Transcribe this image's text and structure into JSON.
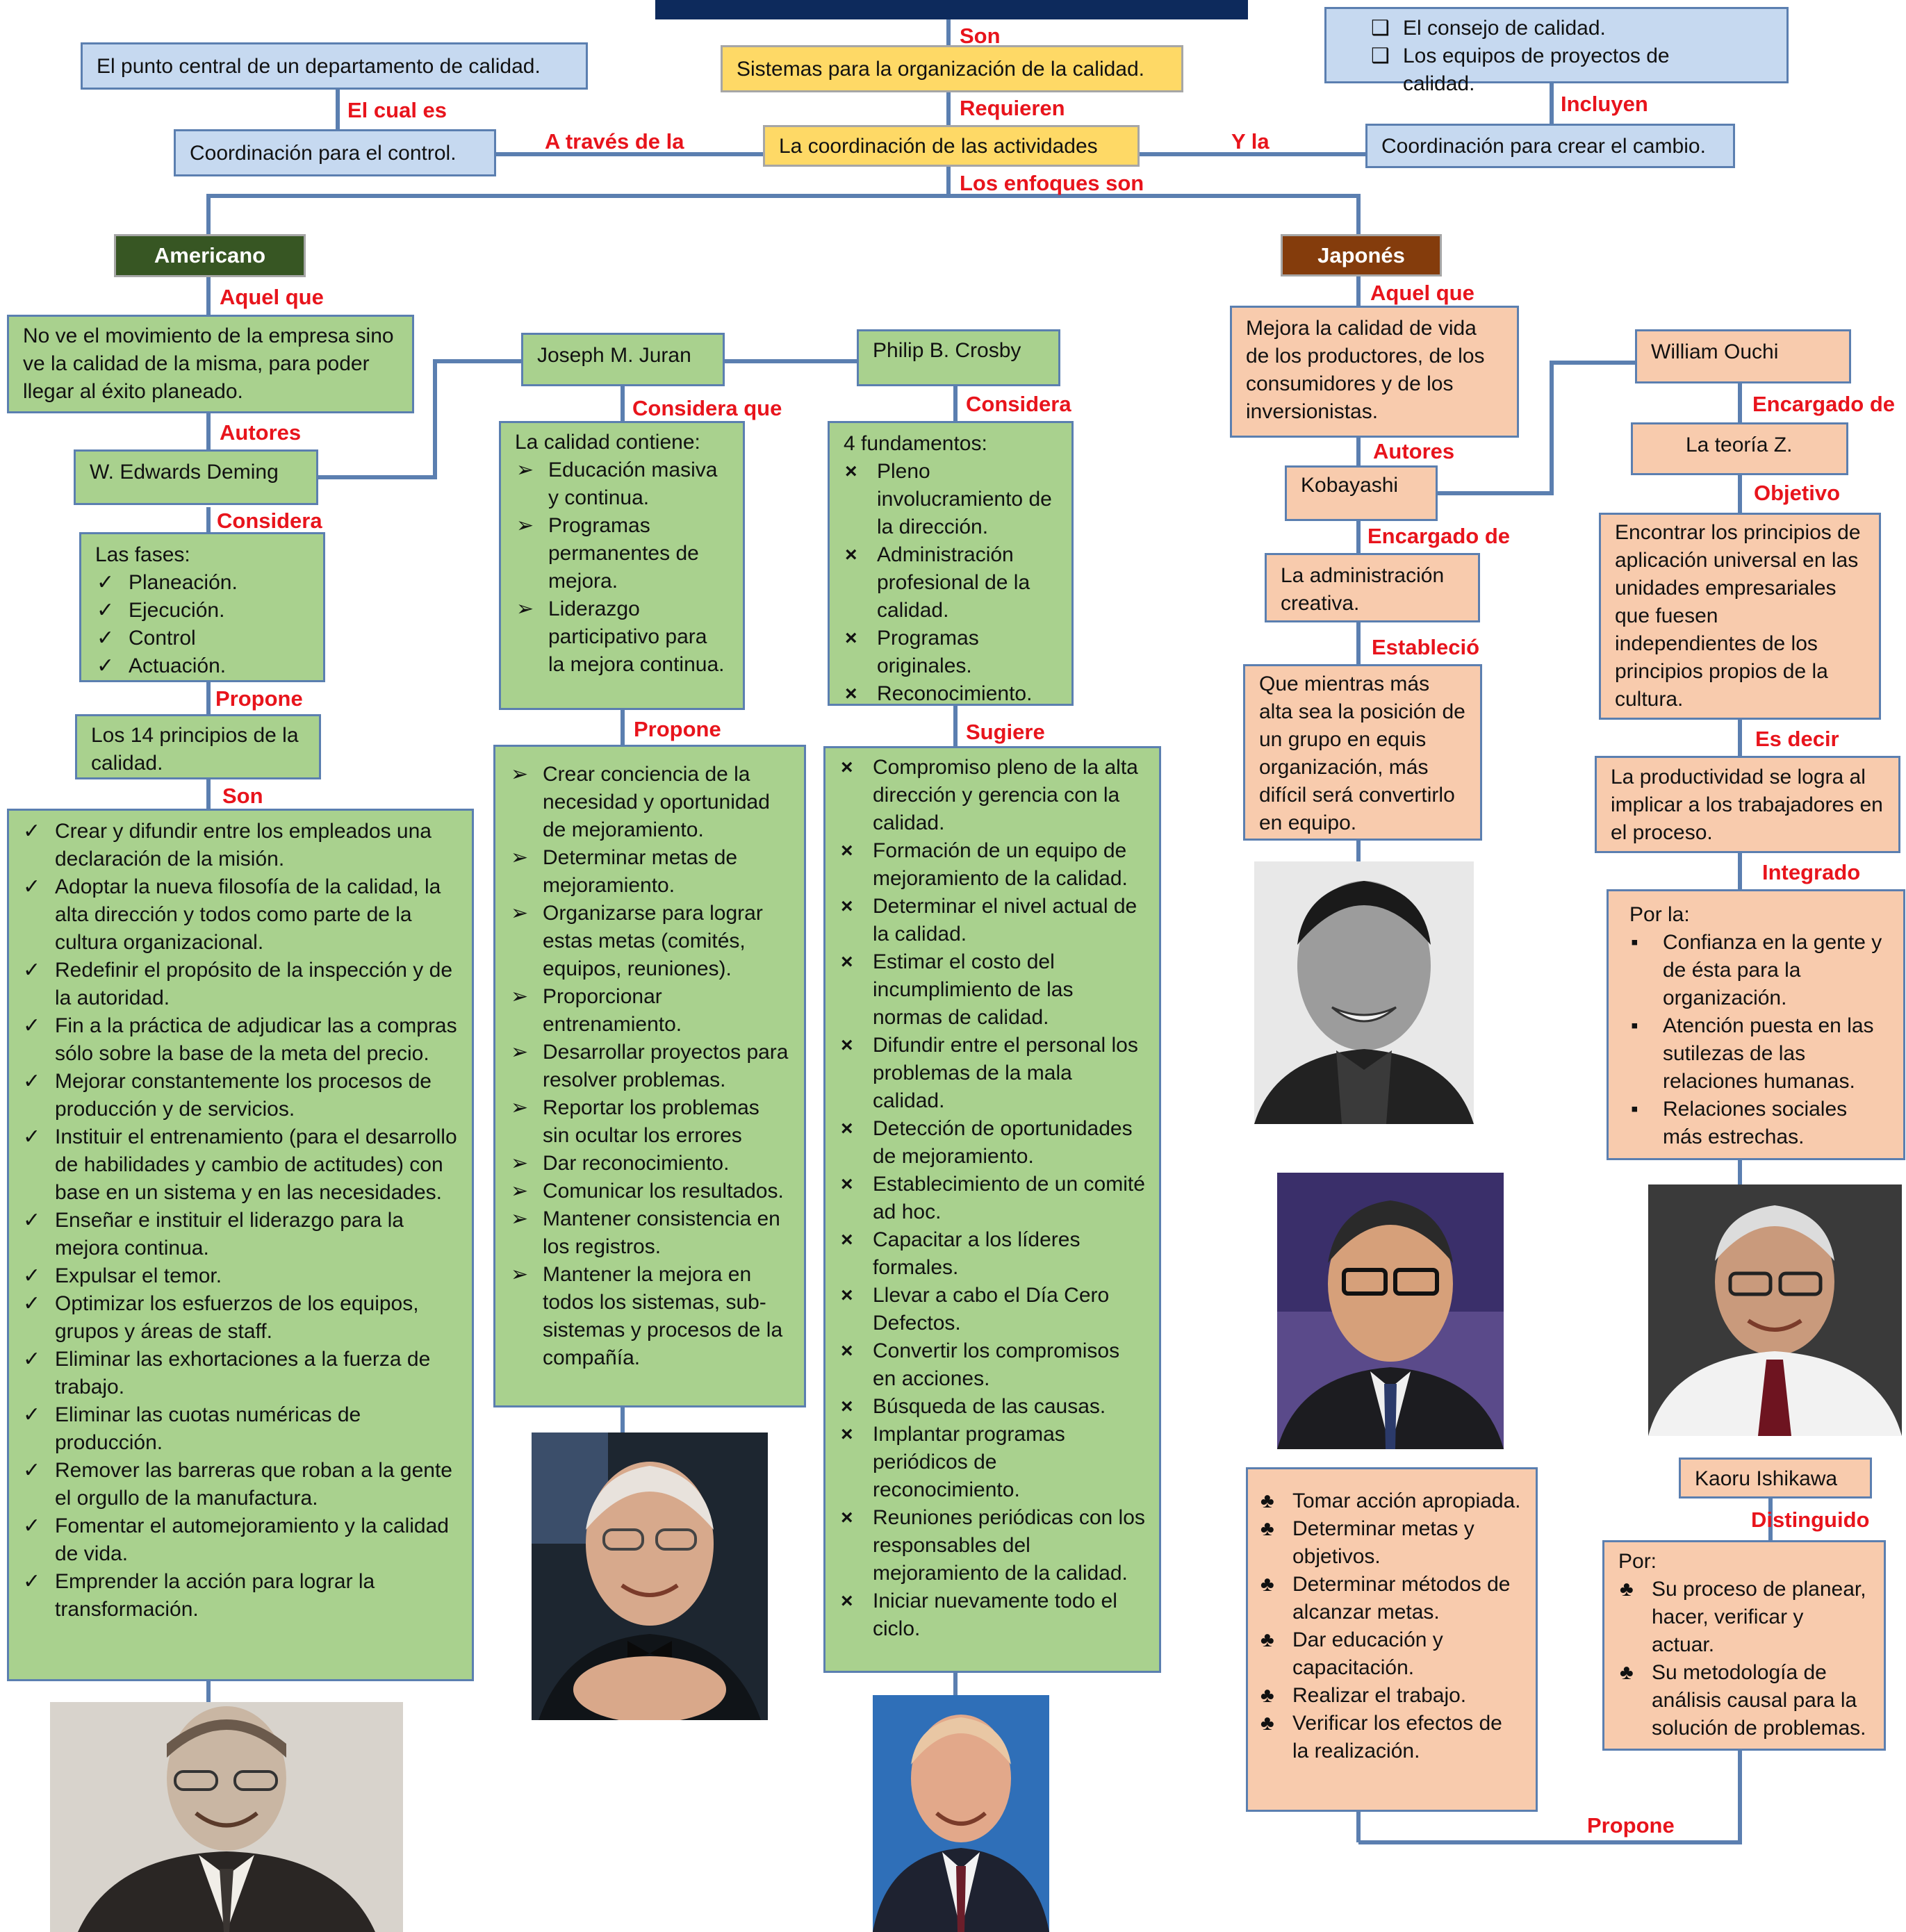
{
  "top": {
    "center_lines": [
      "El consejo de calidad.",
      "Los equipos de proyectos de calidad."
    ],
    "punto_central": "El punto central de un departamento de calidad.",
    "sistemas": "Sistemas para la organización de la calidad.",
    "coord_control": "Coordinación para el control.",
    "coord_actividades": "La coordinación de las actividades",
    "coord_cambio": "Coordinación para crear el cambio."
  },
  "labels": {
    "son_top": "Son",
    "el_cual_es": "El cual es",
    "requieren": "Requieren",
    "incluyen": "Incluyen",
    "a_traves": "A través de la",
    "y_la": "Y la",
    "enfoques": "Los enfoques son",
    "aquel_que_am": "Aquel que",
    "autores_am": "Autores",
    "considera_deming": "Considera",
    "propone_deming": "Propone",
    "son_deming": "Son",
    "considera_que_juran": "Considera que",
    "propone_juran": "Propone",
    "considera_crosby": "Considera",
    "sugiere_crosby": "Sugiere",
    "aquel_que_jp": "Aquel que",
    "autores_jp": "Autores",
    "encargado_kobayashi": "Encargado de",
    "establecio": "Estableció",
    "encargado_ouchi": "Encargado de",
    "objetivo": "Objetivo",
    "es_decir": "Es decir",
    "integrado": "Integrado",
    "distinguido": "Distinguido",
    "propone_bottom": "Propone"
  },
  "americano": {
    "title": "Americano",
    "desc": "No ve el movimiento de la empresa sino ve la calidad de la misma, para poder llegar al éxito planeado.",
    "deming": {
      "name": "W. Edwards Deming",
      "fases_title": "Las fases:",
      "fases": [
        "Planeación.",
        "Ejecución.",
        "Control",
        "Actuación."
      ],
      "principios_title": "Los 14 principios de la calidad.",
      "principios": [
        "Crear y difundir entre los empleados una declaración de la misión.",
        "Adoptar la nueva filosofía de la calidad, la alta dirección y todos como parte de la cultura organizacional.",
        "Redefinir el propósito de la inspección y de la autoridad.",
        "Fin a la práctica de adjudicar las a compras sólo sobre la base de la meta del precio.",
        "Mejorar constantemente los procesos de producción y de servicios.",
        "Instituir el entrenamiento (para el desarrollo de habilidades y cambio de actitudes) con base en un sistema y en las necesidades.",
        "Enseñar e instituir el liderazgo para la mejora continua.",
        "Expulsar el temor.",
        "Optimizar los esfuerzos de los equipos, grupos y áreas de staff.",
        "Eliminar las exhortaciones a la fuerza de trabajo.",
        "Eliminar las cuotas numéricas de producción.",
        "Remover las barreras que roban a la gente el orgullo de la manufactura.",
        "Fomentar el automejoramiento y la calidad de vida.",
        "Emprender la acción para lograr la transformación."
      ]
    },
    "juran": {
      "name": "Joseph M. Juran",
      "calidad_title": "La calidad contiene:",
      "calidad": [
        "Educación masiva y continua.",
        "Programas permanentes de mejora.",
        "Liderazgo participativo para la mejora continua."
      ],
      "propone": [
        "Crear conciencia de la necesidad y oportunidad de mejoramiento.",
        "Determinar metas de mejoramiento.",
        "Organizarse para lograr estas metas (comités, equipos, reuniones).",
        "Proporcionar entrenamiento.",
        "Desarrollar proyectos para resolver problemas.",
        "Reportar los problemas sin ocultar los errores",
        "Dar reconocimiento.",
        "Comunicar los resultados.",
        "Mantener consistencia en los registros.",
        "Mantener la mejora en todos los sistemas, sub-sistemas y procesos de la compañía."
      ]
    },
    "crosby": {
      "name": "Philip B. Crosby",
      "fund_title": "4 fundamentos:",
      "fundamentos": [
        "Pleno involucramiento de la dirección.",
        "Administración profesional de la calidad.",
        "Programas originales.",
        "Reconocimiento."
      ],
      "sugiere": [
        "Compromiso pleno de la alta dirección y gerencia con la calidad.",
        "Formación de un equipo de mejoramiento de la calidad.",
        "Determinar el nivel actual de la calidad.",
        "Estimar el costo del incumplimiento de las normas de calidad.",
        "Difundir entre el personal los problemas de la mala calidad.",
        "Detección de oportunidades de mejoramiento.",
        "Establecimiento de un comité ad hoc.",
        "Capacitar a los líderes formales.",
        "Llevar a cabo el Día Cero Defectos.",
        "Convertir los compromisos en acciones.",
        "Búsqueda de las causas.",
        "Implantar programas periódicos de reconocimiento.",
        "Reuniones periódicas con los responsables del mejoramiento de la calidad.",
        "Iniciar nuevamente todo el ciclo."
      ]
    }
  },
  "japones": {
    "title": "Japonés",
    "desc": "Mejora la calidad de vida de los productores, de los consumidores y de los inversionistas.",
    "kobayashi": {
      "name": "Kobayashi",
      "encargado": "La administración creativa.",
      "establecio": "Que mientras más alta sea la posición de un grupo en equis organización, más difícil será convertirlo en equipo."
    },
    "ouchi": {
      "name": "William Ouchi",
      "teoria": "La teoría Z.",
      "objetivo": "Encontrar los principios de aplicación universal en las unidades empresariales que fuesen independientes de los principios propios de la cultura.",
      "es_decir": "La productividad se logra al implicar a los trabajadores en el proceso.",
      "integrado_title": "Por la:",
      "integrado": [
        "Confianza en la gente y de ésta para la organización.",
        "Atención puesta en las sutilezas de las relaciones humanas.",
        "Relaciones sociales más estrechas."
      ]
    },
    "ishikawa": {
      "name": "Kaoru Ishikawa",
      "distinguido_title": "Por:",
      "distinguido": [
        "Su proceso de planear, hacer, verificar y actuar.",
        "Su metodología de análisis causal para la solución de problemas."
      ],
      "propone": [
        "Tomar acción apropiada.",
        "Determinar metas y objetivos.",
        "Determinar métodos de alcanzar metas.",
        "Dar educación y capacitación.",
        "Realizar el trabajo.",
        "Verificar los efectos de la realización."
      ]
    }
  },
  "colors": {
    "line": "#5b7fb0",
    "label": "#e8141c",
    "green": "#a9d18e",
    "peach": "#f8cbad",
    "blue": "#c6d9f0",
    "yellow": "#fed966",
    "americano": "#375623",
    "japones": "#843c0c",
    "title_bar": "#0d2a5c"
  }
}
